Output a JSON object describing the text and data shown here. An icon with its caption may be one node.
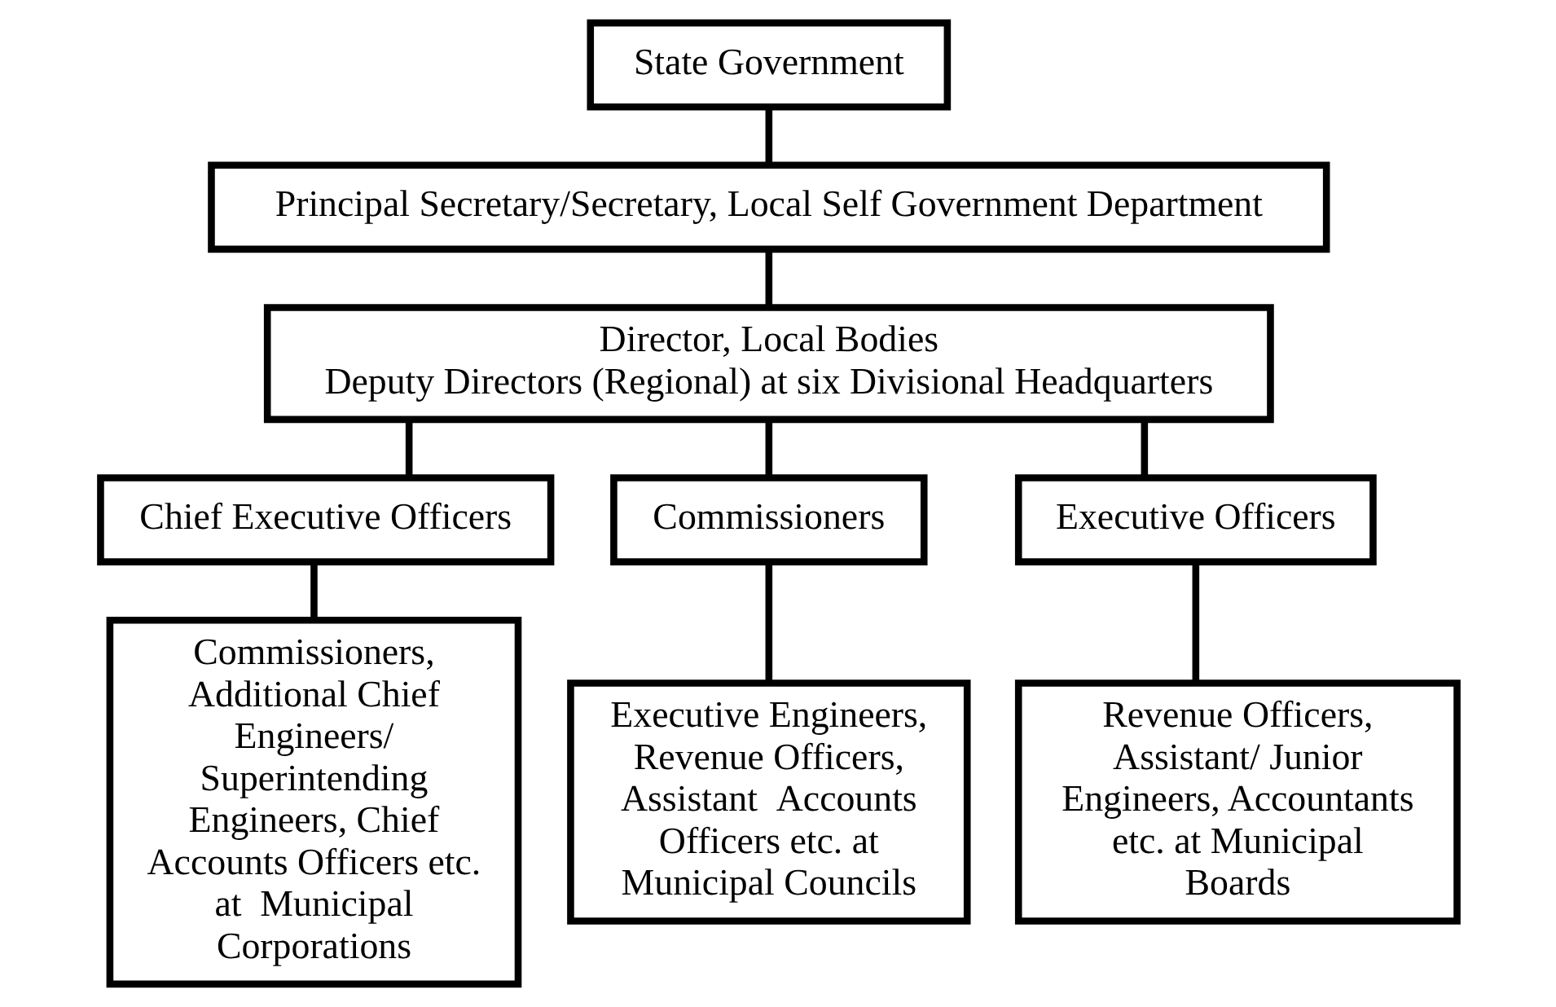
{
  "diagram": {
    "nodes": [
      {
        "text": [
          "State Government"
        ]
      },
      {
        "text": [
          "Principal Secretary/Secretary, Local Self Government Department"
        ]
      },
      {
        "text": [
          "Director, Local Bodies",
          "Deputy Directors (Regional) at six Divisional Headquarters"
        ]
      },
      {
        "text": [
          "Chief Executive Officers"
        ]
      },
      {
        "text": [
          "Commissioners"
        ]
      },
      {
        "text": [
          "Executive Officers"
        ]
      },
      {
        "text": [
          "Commissioners, Additional Chief Engineers/ Superintending Engineers, Chief Accounts Officers etc. at  Municipal Corporations"
        ]
      },
      {
        "text": [
          "Executive Engineers, Revenue Officers, Assistant  Accounts Officers etc. at Municipal Councils"
        ]
      },
      {
        "text": [
          "Revenue Officers, Assistant/ Junior Engineers, Accountants etc. at Municipal Boards"
        ]
      }
    ],
    "edges": [
      {
        "from": 0,
        "to": 1,
        "arrow": "none"
      },
      {
        "from": 1,
        "to": 2,
        "arrow": "none"
      },
      {
        "from": 2,
        "to": 3,
        "arrow": "none"
      },
      {
        "from": 2,
        "to": 4,
        "arrow": "none"
      },
      {
        "from": 2,
        "to": 5,
        "arrow": "none"
      },
      {
        "from": 3,
        "to": 6,
        "arrow": "none"
      },
      {
        "from": 4,
        "to": 7,
        "arrow": "none"
      },
      {
        "from": 5,
        "to": 8,
        "arrow": "none"
      }
    ]
  }
}
